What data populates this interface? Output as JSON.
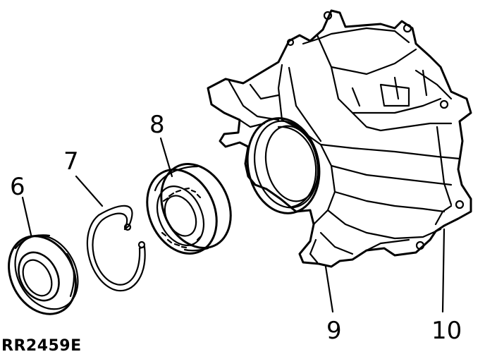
{
  "callouts": {
    "c6": "6",
    "c7": "7",
    "c8": "8",
    "c9": "9",
    "c10": "10"
  },
  "figure_id": "RR2459E",
  "colors": {
    "line": "#000000",
    "background": "#ffffff"
  }
}
